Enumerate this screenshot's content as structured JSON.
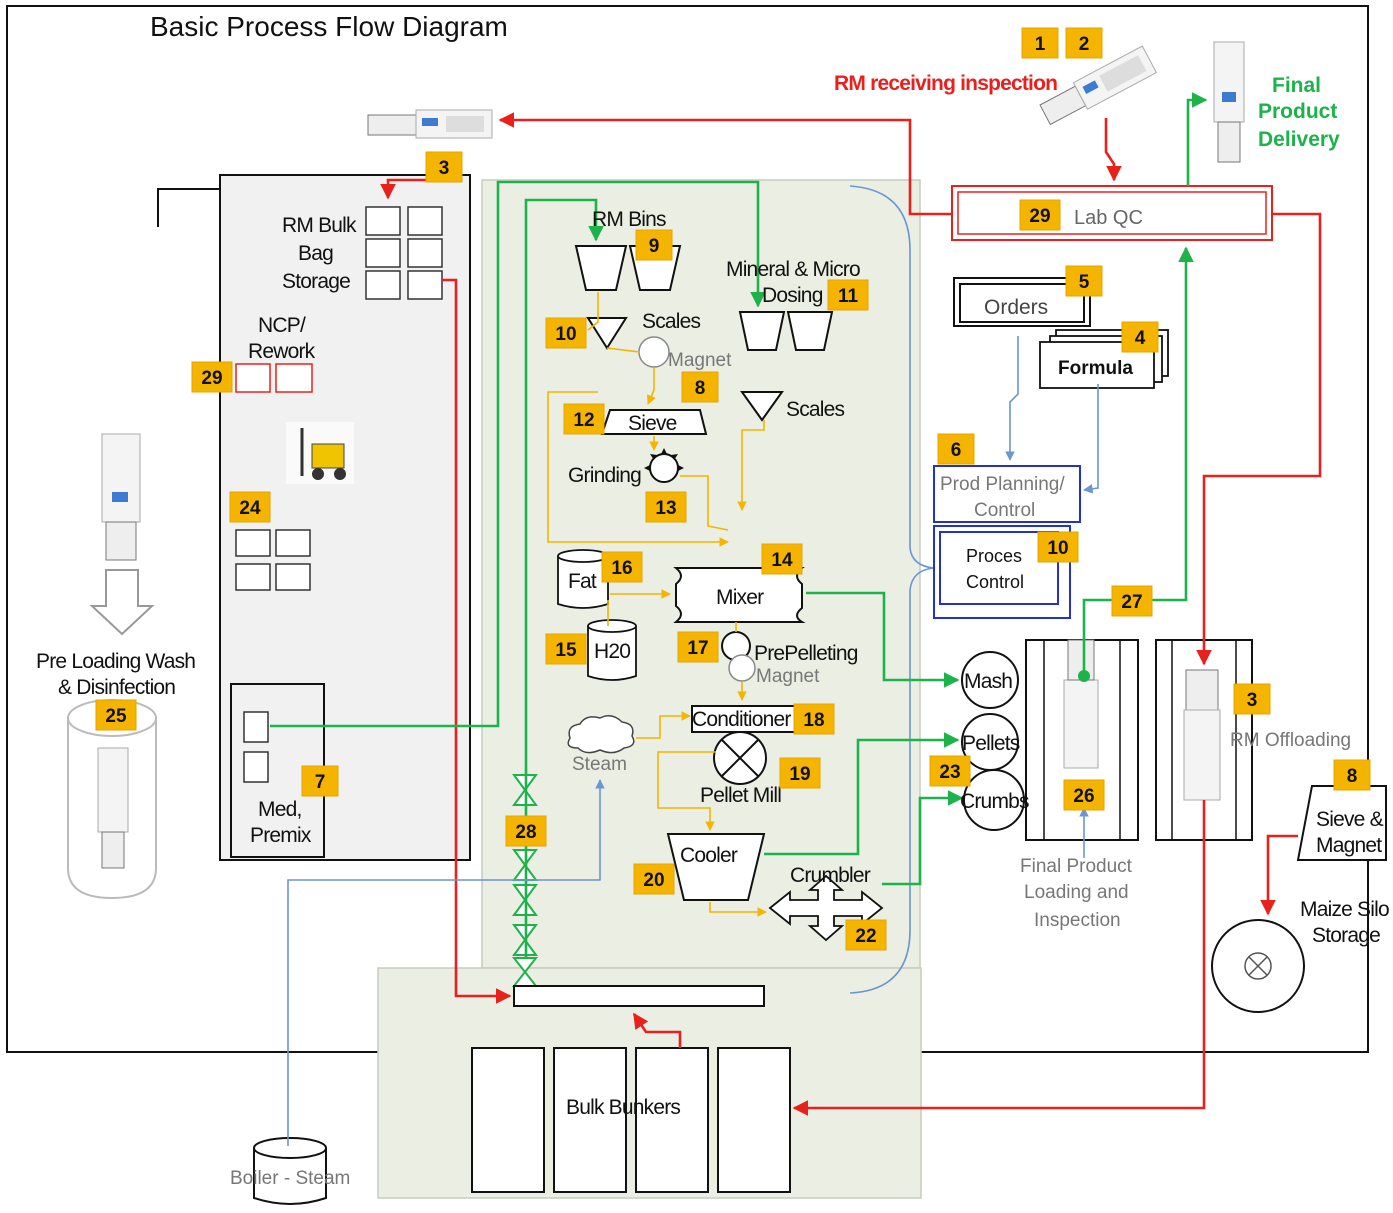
{
  "title": "Basic Process Flow Diagram",
  "colors": {
    "badge": "#f5b400",
    "red_flow": "#e8211d",
    "green_flow": "#1db34a",
    "orange_flow": "#f5b400",
    "blue_flow": "#6b96d0",
    "panel_grey": "#f1f1f1",
    "panel_green": "#ebefe3"
  },
  "labels": {
    "rm_receiving": "RM receiving inspection",
    "final_product_delivery_1": "Final",
    "final_product_delivery_2": "Product",
    "final_product_delivery_3": "Delivery",
    "lab_qc": "Lab QC",
    "rm_bulk_1": "RM Bulk",
    "rm_bulk_2": "Bag",
    "rm_bulk_3": "Storage",
    "ncp_1": "NCP/",
    "ncp_2": "Rework",
    "pre_loading_1": "Pre Loading Wash",
    "pre_loading_2": "& Disinfection",
    "med_1": "Med,",
    "med_2": "Premix",
    "rm_bins": "RM Bins",
    "mineral_1": "Mineral & Micro",
    "mineral_2": "Dosing",
    "scales_1": "Scales",
    "scales_2": "Scales",
    "magnet_1": "Magnet",
    "magnet_2": "Magnet",
    "sieve": "Sieve",
    "grinding": "Grinding",
    "fat": "Fat",
    "h20": "H20",
    "mixer": "Mixer",
    "prepelleting": "PrePelleting",
    "conditioner": "Conditioner",
    "steam": "Steam",
    "pellet_mill": "Pellet Mill",
    "cooler": "Cooler",
    "crumbler": "Crumbler",
    "mash": "Mash",
    "pellets": "Pellets",
    "crumbs": "Crumbs",
    "orders": "Orders",
    "formula": "Formula",
    "prod_planning_1": "Prod Planning/",
    "prod_planning_2": "Control",
    "process_control_1": "Proces",
    "process_control_2": "Control",
    "final_loading_1": "Final Product",
    "final_loading_2": "Loading and",
    "final_loading_3": "Inspection",
    "rm_offloading": "RM Offloading",
    "sieve_magnet_1": "Sieve &",
    "sieve_magnet_2": "Magnet",
    "maize_1": "Maize Silo",
    "maize_2": "Storage",
    "bulk_bunkers": "Bulk Bunkers",
    "boiler": "Boiler - Steam"
  },
  "badges": {
    "b1": "1",
    "b2": "2",
    "b3_top": "3",
    "b29_lab": "29",
    "b5": "5",
    "b4": "4",
    "b6": "6",
    "b10_proc": "10",
    "b9": "9",
    "b11": "11",
    "b10_scales": "10",
    "b8_mid": "8",
    "b12": "12",
    "b13": "13",
    "b29_ncp": "29",
    "b24": "24",
    "b25": "25",
    "b7": "7",
    "b16": "16",
    "b14": "14",
    "b15": "15",
    "b17": "17",
    "b18": "18",
    "b19": "19",
    "b20": "20",
    "b22": "22",
    "b28": "28",
    "b23": "23",
    "b26": "26",
    "b27": "27",
    "b3_right": "3",
    "b8_right": "8"
  }
}
